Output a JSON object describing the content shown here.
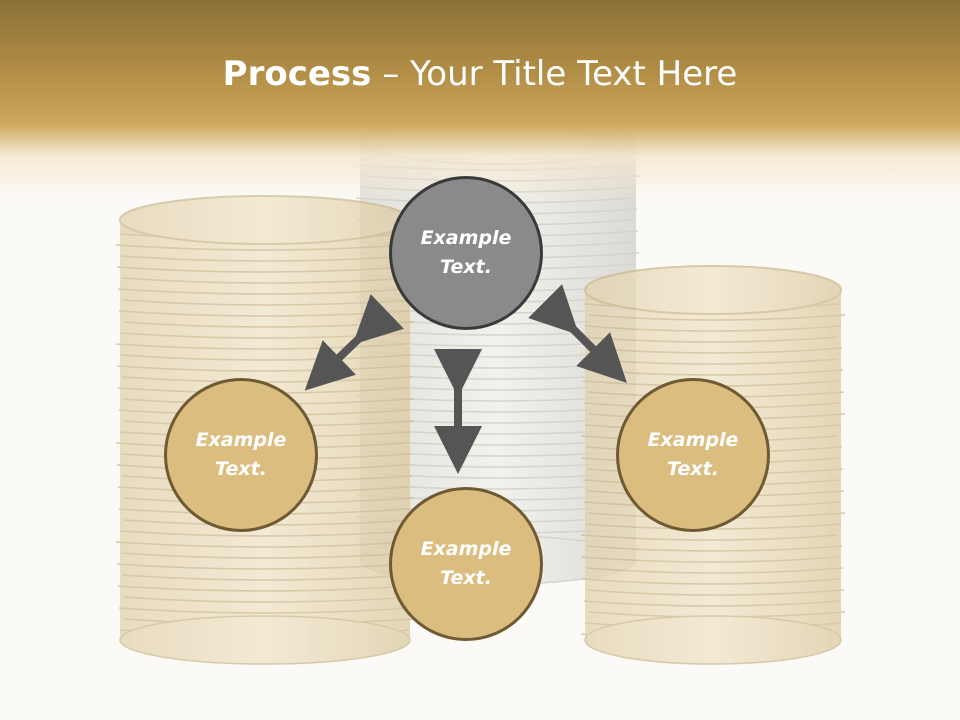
{
  "slide": {
    "title_bold": "Process",
    "title_separator": " – ",
    "title_rest": "Your Title Text Here"
  },
  "nodes": {
    "top": {
      "line1": "Example",
      "line2": "Text."
    },
    "left": {
      "line1": "Example",
      "line2": "Text."
    },
    "bottom": {
      "line1": "Example",
      "line2": "Text."
    },
    "right": {
      "line1": "Example",
      "line2": "Text."
    }
  },
  "colors": {
    "header": "#b08c45",
    "node_fill": "#dcbd80",
    "node_border": "#6e5a33",
    "center_fill": "#8a8a8a",
    "center_border": "#3a3a3a",
    "arrow": "#555555"
  },
  "icons": {
    "arrows": "double-headed-arrow"
  }
}
